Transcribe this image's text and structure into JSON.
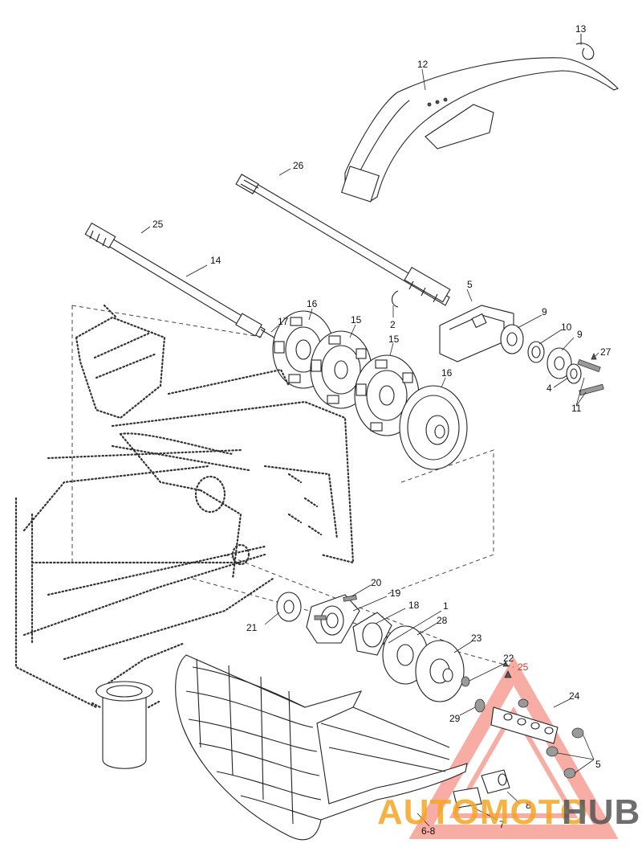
{
  "labels": {
    "p1": "1",
    "p2": "2",
    "p4": "4",
    "p5a": "5",
    "p5b": "5",
    "p6": "6-8",
    "p7": "7",
    "p8": "8",
    "p9a": "9",
    "p9b": "9",
    "p10": "10",
    "p11": "11",
    "p12": "12",
    "p13": "13",
    "p14": "14",
    "p15a": "15",
    "p15b": "15",
    "p16a": "16",
    "p16b": "16",
    "p17": "17",
    "p18": "18",
    "p19": "19",
    "p20": "20",
    "p21": "21",
    "p22": "22",
    "p23": "23",
    "p24": "24",
    "p25a": "25",
    "p25b": "25",
    "p26": "26",
    "p27": "27",
    "p28": "28",
    "p29": "29"
  },
  "watermark": {
    "brand_part1": "AUTOMOTO",
    "brand_part2": "HUB",
    "color_primary": "#f26a5b",
    "color_secondary": "#f5a623",
    "color_text2": "#555555"
  }
}
